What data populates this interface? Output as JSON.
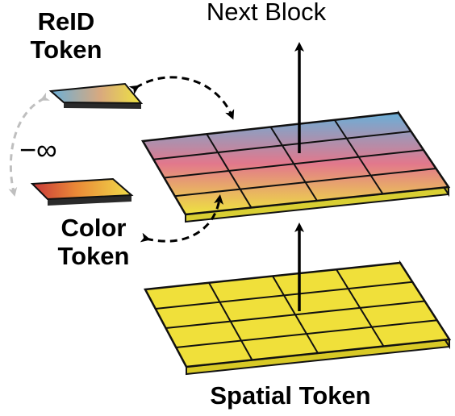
{
  "labels": {
    "next_block": "Next Block",
    "reid_line1": "ReID",
    "reid_line2": "Token",
    "color_line1": "Color",
    "color_line2": "Token",
    "spatial_token": "Spatial Token",
    "neg_infinity": "−∞"
  },
  "colors": {
    "spatial_yellow": "#F0E03A",
    "grid_line": "#111111",
    "gradient_top_blue": "#6AAFD8",
    "gradient_mid_pink": "#E2788C",
    "gradient_bottom_yellow": "#EEE340",
    "color_token_red": "#C9393A",
    "color_token_orange": "#EA8A37",
    "color_token_yellow": "#F0DC4A",
    "arrow_black": "#000000",
    "arrow_gray": "#BFBFBF"
  },
  "grid": {
    "rows": 4,
    "cols": 4
  }
}
